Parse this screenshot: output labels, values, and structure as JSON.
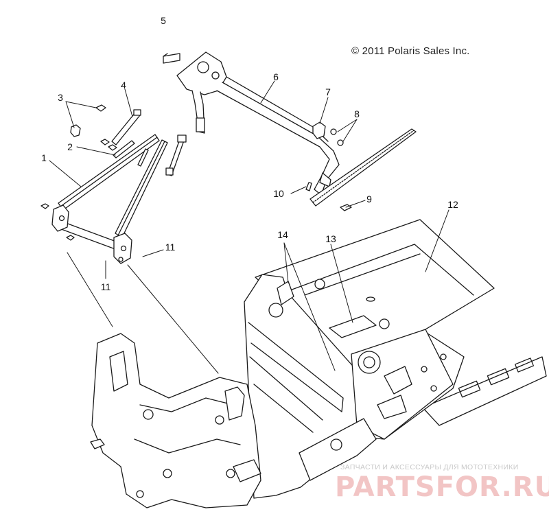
{
  "copyright": "© 2011 Polaris Sales Inc.",
  "callouts": [
    "1",
    "2",
    "3",
    "4",
    "5",
    "6",
    "7",
    "8",
    "9",
    "10",
    "11",
    "11",
    "12",
    "13",
    "14"
  ],
  "watermark": {
    "subtitle": "ЗАПЧАСТИ И АКСЕССУАРЫ ДЛЯ МОТОТЕХНИКИ",
    "logo": "PARTSFOR.RU"
  },
  "colors": {
    "line": "#1a1a1a",
    "fill": "#ffffff",
    "watermark": "#e89696"
  }
}
